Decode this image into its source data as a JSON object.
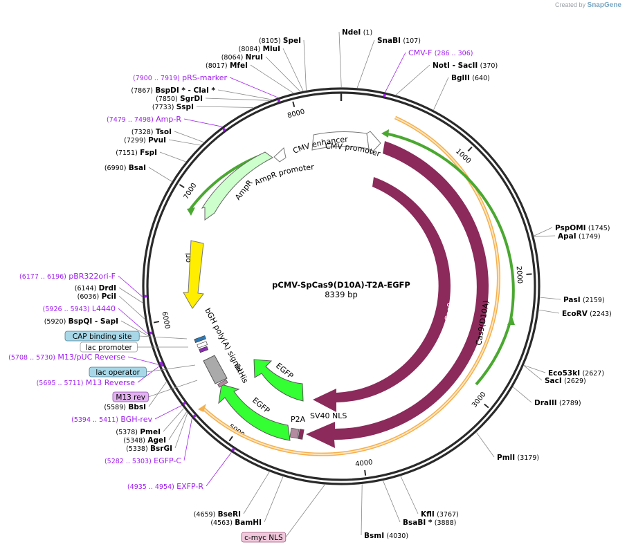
{
  "credit": {
    "prefix": "Created by",
    "brand": "SnapGene"
  },
  "plasmid": {
    "name": "pCMV-SpCas9(D10A)-T2A-EGFP",
    "length_label": "8339 bp",
    "length": 8339
  },
  "colors": {
    "backbone": "#2a2a2a",
    "feature_label": "#000000",
    "primer": "#a020f0",
    "cas9": "#8b2a5b",
    "egfp": "#33ff33",
    "ampr": "#ccffcc",
    "ori": "#ffee00",
    "orf_yellow": "#f4b04f",
    "orf_green": "#6fd43a",
    "cap_box": "#a8d8e8",
    "m13rev_box": "#e2b2f0",
    "cmyc_box": "#f0c8dc"
  },
  "ticks": [
    {
      "pos": 1000,
      "label": "1000"
    },
    {
      "pos": 2000,
      "label": "2000"
    },
    {
      "pos": 3000,
      "label": "3000"
    },
    {
      "pos": 4000,
      "label": "4000"
    },
    {
      "pos": 5000,
      "label": "5000"
    },
    {
      "pos": 6000,
      "label": "6000"
    },
    {
      "pos": 7000,
      "label": "7000"
    },
    {
      "pos": 8000,
      "label": "8000"
    }
  ],
  "sites": [
    {
      "name": "NdeI",
      "num": "(1)",
      "pos": 1
    },
    {
      "name": "SnaBI",
      "num": "(107)",
      "pos": 107
    },
    {
      "name": "CMV-F",
      "num": "(286 .. 306)",
      "pos": 296,
      "primer": true,
      "numFirst": false
    },
    {
      "name": "NotI  -  SacII",
      "num": "(370)",
      "pos": 370
    },
    {
      "name": "BglII",
      "num": "(640)",
      "pos": 640
    },
    {
      "name": "PspOMI",
      "num": "(1745)",
      "pos": 1745
    },
    {
      "name": "ApaI",
      "num": "(1749)",
      "pos": 1749
    },
    {
      "name": "PasI",
      "num": "(2159)",
      "pos": 2159
    },
    {
      "name": "EcoRV",
      "num": "(2243)",
      "pos": 2243
    },
    {
      "name": "Eco53kI",
      "num": "(2627)",
      "pos": 2627
    },
    {
      "name": "SacI",
      "num": "(2629)",
      "pos": 2629
    },
    {
      "name": "DraIII",
      "num": "(2789)",
      "pos": 2789
    },
    {
      "name": "PmlI",
      "num": "(3179)",
      "pos": 3179
    },
    {
      "name": "KflI",
      "num": "(3767)",
      "pos": 3767
    },
    {
      "name": "BsaBI  *",
      "num": "(3888)",
      "pos": 3888
    },
    {
      "name": "BsmI",
      "num": "(4030)",
      "pos": 4030
    },
    {
      "name": "BamHI",
      "num": "(4563)",
      "pos": 4563
    },
    {
      "name": "BseRI",
      "num": "(4659)",
      "pos": 4659
    },
    {
      "name": "EXFP-R",
      "num": "(4935 .. 4954)",
      "pos": 4944,
      "primer": true
    },
    {
      "name": "EGFP-C",
      "num": "(5282 .. 5303)",
      "pos": 5292,
      "primer": true
    },
    {
      "name": "BsrGI",
      "num": "(5338)",
      "pos": 5338
    },
    {
      "name": "AgeI",
      "num": "(5348)",
      "pos": 5348
    },
    {
      "name": "PmeI",
      "num": "(5378)",
      "pos": 5378
    },
    {
      "name": "BGH-rev",
      "num": "(5394 .. 5411)",
      "pos": 5402,
      "primer": true
    },
    {
      "name": "BbsI",
      "num": "(5589)",
      "pos": 5589
    },
    {
      "name": "M13 Reverse",
      "num": "(5695 .. 5711)",
      "pos": 5703,
      "primer": true
    },
    {
      "name": "M13/pUC Reverse",
      "num": "(5708 .. 5730)",
      "pos": 5719,
      "primer": true
    },
    {
      "name": "BspQI  -  SapI",
      "num": "(5920)",
      "pos": 5920
    },
    {
      "name": "L4440",
      "num": "(5926 .. 5943)",
      "pos": 5934,
      "primer": true
    },
    {
      "name": "PciI",
      "num": "(6036)",
      "pos": 6036
    },
    {
      "name": "DrdI",
      "num": "(6144)",
      "pos": 6144
    },
    {
      "name": "pBR322ori-F",
      "num": "(6177 .. 6196)",
      "pos": 6186,
      "primer": true
    },
    {
      "name": "BsaI",
      "num": "(6990)",
      "pos": 6990
    },
    {
      "name": "FspI",
      "num": "(7151)",
      "pos": 7151
    },
    {
      "name": "PvuI",
      "num": "(7299)",
      "pos": 7299
    },
    {
      "name": "TsoI",
      "num": "(7328)",
      "pos": 7328
    },
    {
      "name": "Amp-R",
      "num": "(7479 .. 7498)",
      "pos": 7488,
      "primer": true
    },
    {
      "name": "SspI",
      "num": "(7733)",
      "pos": 7733
    },
    {
      "name": "SgrDI",
      "num": "(7850)",
      "pos": 7850
    },
    {
      "name": "BspDI  *  -  ClaI  *",
      "num": "(7867)",
      "pos": 7867
    },
    {
      "name": "pRS-marker",
      "num": "(7900 .. 7919)",
      "pos": 7909,
      "primer": true
    },
    {
      "name": "MfeI",
      "num": "(8017)",
      "pos": 8017
    },
    {
      "name": "NruI",
      "num": "(8064)",
      "pos": 8064
    },
    {
      "name": "MluI",
      "num": "(8084)",
      "pos": 8084
    },
    {
      "name": "SpeI",
      "num": "(8105)",
      "pos": 8105
    }
  ],
  "boxed_labels": [
    {
      "name": "CAP binding site",
      "style": "cap",
      "pos": 5840
    },
    {
      "name": "lac promoter",
      "style": "plain",
      "pos": 5800
    },
    {
      "name": "lac operator",
      "style": "cap",
      "pos": 5760
    },
    {
      "name": "M13 rev",
      "style": "m13",
      "pos": 5690
    },
    {
      "name": "c-myc NLS",
      "style": "cmyc",
      "pos": 4450
    }
  ],
  "features": {
    "cmv_enhancer": "CMV enhancer",
    "cmv_promoter": "CMV promoter",
    "ampr_promoter": "AmpR promoter",
    "ampr": "AmpR",
    "ori": "ori",
    "cas9": "Cas9",
    "cas9_d10a": "Cas9(D10A)",
    "egfp_inner": "EGFP",
    "egfp_outer": "EGFP",
    "sixhis": "6xHis",
    "bgh": "bGH poly(A) signal",
    "sv40": "SV40 NLS",
    "p2a": "P2A"
  }
}
